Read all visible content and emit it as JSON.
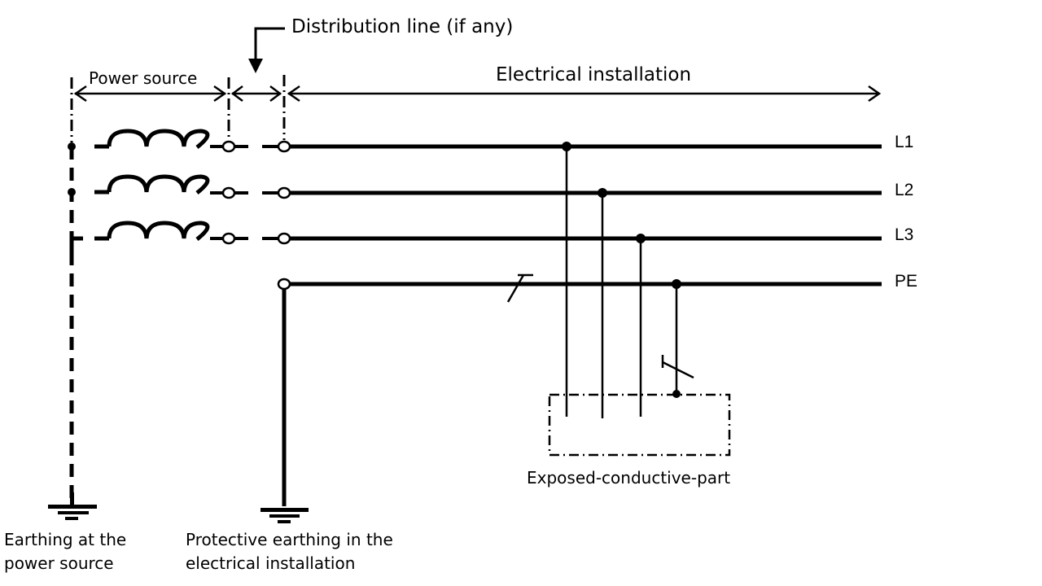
{
  "diagram": {
    "type": "TN-S earthing system schematic",
    "labels": {
      "distribution_line": "Distribution line (if any)",
      "power_source": "Power source",
      "electrical_installation": "Electrical installation",
      "exposed_conductive_part": "Exposed-conductive-part",
      "earthing_source_line1": "Earthing at the",
      "earthing_source_line2": "power source",
      "protective_earthing_line1": "Protective earthing in the",
      "protective_earthing_line2": "electrical installation"
    },
    "conductors": [
      {
        "id": "L1",
        "label": "L1"
      },
      {
        "id": "L2",
        "label": "L2"
      },
      {
        "id": "L3",
        "label": "L3"
      },
      {
        "id": "PE",
        "label": "PE"
      }
    ],
    "colors": {
      "line": "#000000",
      "background": "#ffffff"
    }
  }
}
